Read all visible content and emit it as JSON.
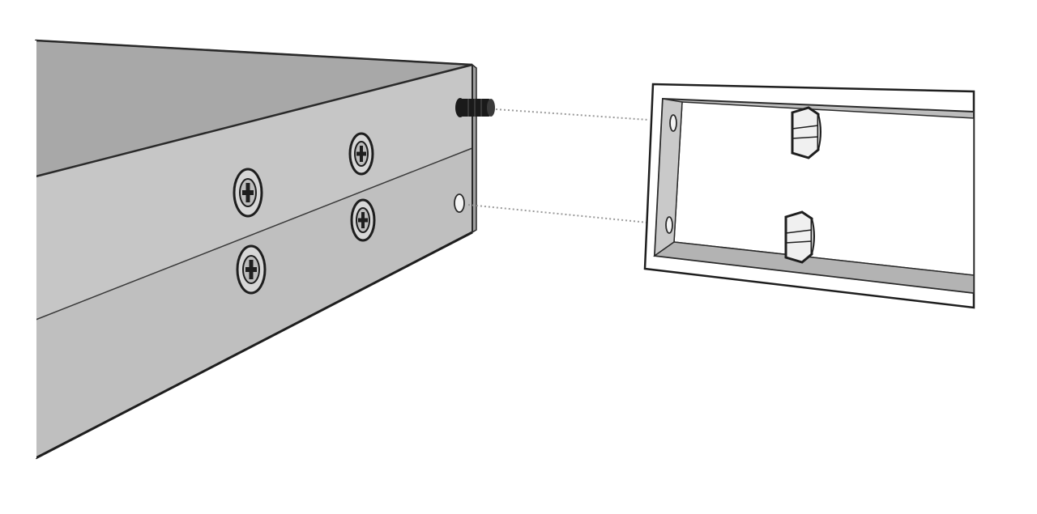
{
  "diagram": {
    "type": "exploded-assembly-illustration",
    "parts": [
      {
        "id": "chassis",
        "icon": "chassis-box-icon"
      },
      {
        "id": "chassis-screw-front-upper",
        "icon": "phillips-screw-icon"
      },
      {
        "id": "chassis-screw-front-lower",
        "icon": "phillips-screw-icon"
      },
      {
        "id": "chassis-screw-rear-upper",
        "icon": "phillips-screw-icon"
      },
      {
        "id": "chassis-screw-rear-lower",
        "icon": "phillips-screw-icon"
      },
      {
        "id": "threaded-stud",
        "icon": "stud-icon"
      },
      {
        "id": "chassis-mounting-hole",
        "icon": "hole-icon"
      },
      {
        "id": "mounting-bracket",
        "icon": "bracket-frame-icon"
      },
      {
        "id": "bracket-hole-upper",
        "icon": "hole-icon"
      },
      {
        "id": "bracket-hole-lower",
        "icon": "hole-icon"
      },
      {
        "id": "hex-nut-upper",
        "icon": "hex-nut-icon"
      },
      {
        "id": "hex-nut-lower",
        "icon": "hex-nut-icon"
      }
    ],
    "colors": {
      "chassis_top": "#a6a6a6",
      "chassis_face": "#c4c4c4",
      "bracket_inner": "#bcbcbc",
      "bracket_top_band": "#8c8ca4",
      "outline": "#2a2a2a",
      "guide_line": "#9a9a9a"
    }
  }
}
